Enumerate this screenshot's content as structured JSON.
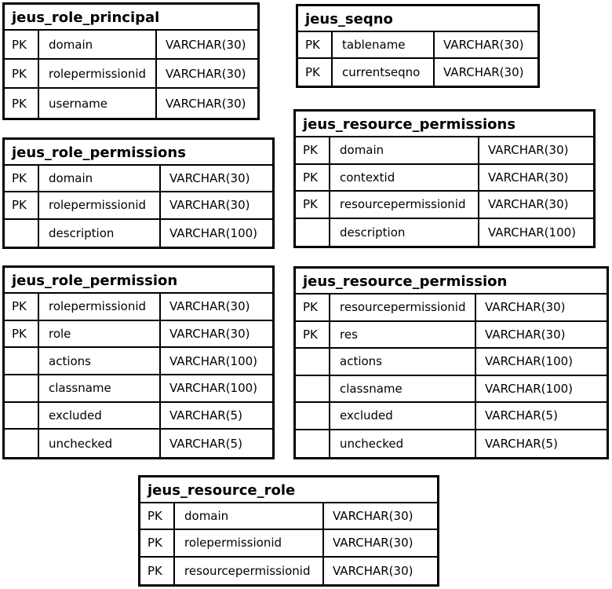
{
  "tables": [
    {
      "name": "jeus_role_principal",
      "columns": [
        {
          "key": "PK",
          "name": "domain",
          "type": "VARCHAR(30)"
        },
        {
          "key": "PK",
          "name": "rolepermissionid",
          "type": "VARCHAR(30)"
        },
        {
          "key": "PK",
          "name": "username",
          "type": "VARCHAR(30)"
        }
      ]
    },
    {
      "name": "jeus_seqno",
      "columns": [
        {
          "key": "PK",
          "name": "tablename",
          "type": "VARCHAR(30)"
        },
        {
          "key": "PK",
          "name": "currentseqno",
          "type": "VARCHAR(30)"
        }
      ]
    },
    {
      "name": "jeus_role_permissions",
      "columns": [
        {
          "key": "PK",
          "name": "domain",
          "type": "VARCHAR(30)"
        },
        {
          "key": "PK",
          "name": "rolepermissionid",
          "type": "VARCHAR(30)"
        },
        {
          "key": "",
          "name": "description",
          "type": "VARCHAR(100)"
        }
      ]
    },
    {
      "name": "jeus_resource_permissions",
      "columns": [
        {
          "key": "PK",
          "name": "domain",
          "type": "VARCHAR(30)"
        },
        {
          "key": "PK",
          "name": "contextid",
          "type": "VARCHAR(30)"
        },
        {
          "key": "PK",
          "name": "resourcepermissionid",
          "type": "VARCHAR(30)"
        },
        {
          "key": "",
          "name": "description",
          "type": "VARCHAR(100)"
        }
      ]
    },
    {
      "name": "jeus_role_permission",
      "columns": [
        {
          "key": "PK",
          "name": "rolepermissionid",
          "type": "VARCHAR(30)"
        },
        {
          "key": "PK",
          "name": "role",
          "type": "VARCHAR(30)"
        },
        {
          "key": "",
          "name": "actions",
          "type": "VARCHAR(100)"
        },
        {
          "key": "",
          "name": "classname",
          "type": "VARCHAR(100)"
        },
        {
          "key": "",
          "name": "excluded",
          "type": "VARCHAR(5)"
        },
        {
          "key": "",
          "name": "unchecked",
          "type": "VARCHAR(5)"
        }
      ]
    },
    {
      "name": "jeus_resource_permission",
      "columns": [
        {
          "key": "PK",
          "name": "resourcepermissionid",
          "type": "VARCHAR(30)"
        },
        {
          "key": "PK",
          "name": "res",
          "type": "VARCHAR(30)"
        },
        {
          "key": "",
          "name": "actions",
          "type": "VARCHAR(100)"
        },
        {
          "key": "",
          "name": "classname",
          "type": "VARCHAR(100)"
        },
        {
          "key": "",
          "name": "excluded",
          "type": "VARCHAR(5)"
        },
        {
          "key": "",
          "name": "unchecked",
          "type": "VARCHAR(5)"
        }
      ]
    },
    {
      "name": "jeus_resource_role",
      "columns": [
        {
          "key": "PK",
          "name": "domain",
          "type": "VARCHAR(30)"
        },
        {
          "key": "PK",
          "name": "rolepermissionid",
          "type": "VARCHAR(30)"
        },
        {
          "key": "PK",
          "name": "resourcepermissionid",
          "type": "VARCHAR(30)"
        }
      ]
    }
  ]
}
